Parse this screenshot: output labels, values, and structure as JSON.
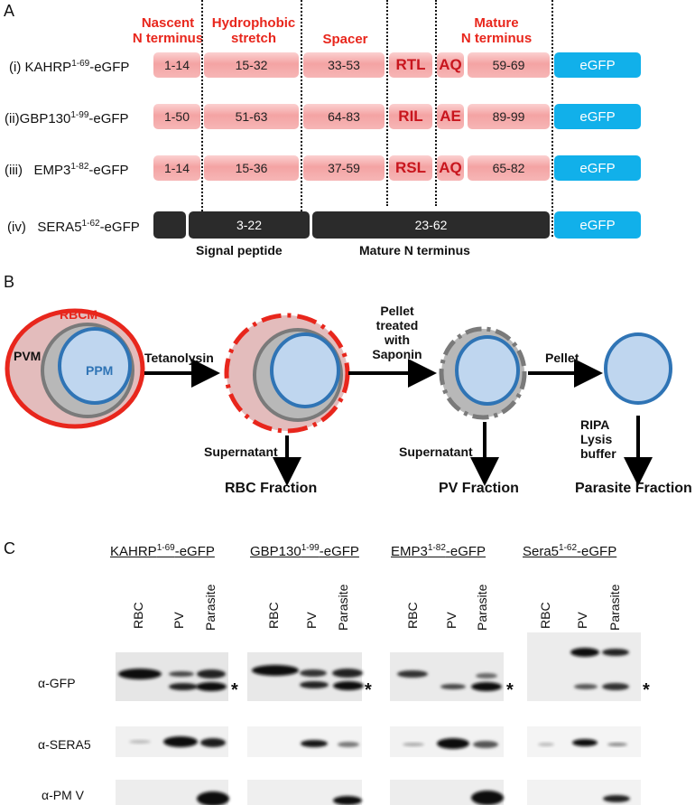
{
  "panels": {
    "a": "A",
    "b": "B",
    "c": "C"
  },
  "panelA": {
    "headers": {
      "nascent": [
        "Nascent",
        "N terminus"
      ],
      "hydrophobic": [
        "Hydrophobic",
        "stretch"
      ],
      "spacer": "Spacer",
      "mature": [
        "Mature",
        "N terminus"
      ]
    },
    "rows": [
      {
        "num": "(i)",
        "name": "KAHRP",
        "sup": "1-69",
        "suffix": "-eGFP",
        "segs": [
          "1-14",
          "15-32",
          "33-53",
          "RTL",
          "AQ",
          "59-69",
          "eGFP"
        ]
      },
      {
        "num": "(ii)",
        "name": "GBP130",
        "sup": "1-99",
        "suffix": "-eGFP",
        "segs": [
          "1-50",
          "51-63",
          "64-83",
          "RIL",
          "AE",
          "89-99",
          "eGFP"
        ]
      },
      {
        "num": "(iii)",
        "name": "EMP3",
        "sup": "1-82",
        "suffix": "-eGFP",
        "segs": [
          "1-14",
          "15-36",
          "37-59",
          "RSL",
          "AQ",
          "65-82",
          "eGFP"
        ]
      }
    ],
    "sera": {
      "num": "(iv)",
      "name": "SERA5",
      "sup": "1-62",
      "suffix": "-eGFP",
      "segs": [
        "",
        "3-22",
        "23-62",
        "eGFP"
      ]
    },
    "footer": {
      "signal": "Signal peptide",
      "mature": "Mature N terminus"
    }
  },
  "panelB": {
    "rbcm": "RBCM",
    "pvm": "PVM",
    "ppm": "PPM",
    "step1": "Tetanolysin",
    "step2": [
      "Pellet",
      "treated",
      "with",
      "Saponin"
    ],
    "step3": "Pellet",
    "sup1": "Supernatant",
    "sup2": "Supernatant",
    "ripa": [
      "RIPA",
      "Lysis",
      "buffer"
    ],
    "frac1": "RBC Fraction",
    "frac2": "PV Fraction",
    "frac3": "Parasite Fraction"
  },
  "panelC": {
    "constructs": [
      {
        "name": "KAHRP",
        "sup": "1-69",
        "suffix": "-eGFP"
      },
      {
        "name": "GBP130",
        "sup": "1-99",
        "suffix": "-eGFP"
      },
      {
        "name": "EMP3",
        "sup": "1-82",
        "suffix": "-eGFP"
      },
      {
        "name": "Sera5",
        "sup": "1-62",
        "suffix": "-eGFP"
      }
    ],
    "lanes": [
      "RBC",
      "PV",
      "Parasite"
    ],
    "blots": [
      "α-GFP",
      "α-SERA5",
      "α-PM V"
    ],
    "star": "*"
  },
  "colors": {
    "red": "#e8261c",
    "blue": "#11b0ea",
    "dark": "#2b2b2b",
    "membraneBlue": "#2f74b5",
    "parasite": "#bfd6ef",
    "grey": "#7a7a7a"
  }
}
